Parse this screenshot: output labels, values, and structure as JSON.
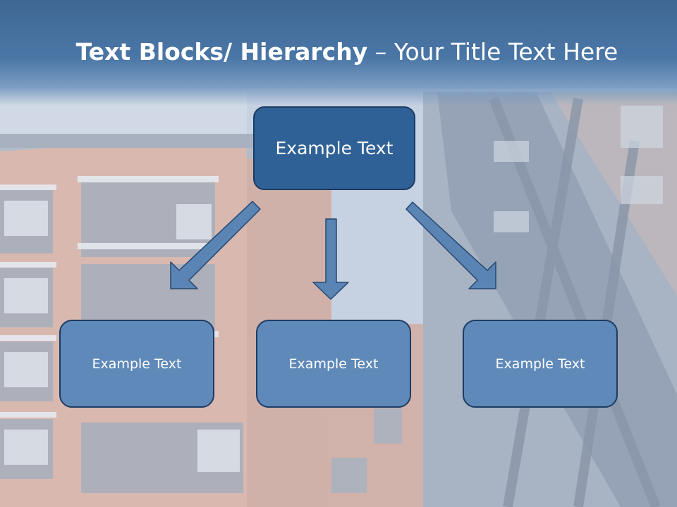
{
  "title": {
    "bold": "Text Blocks/ Hierarchy",
    "rest": " – Your Title Text Here"
  },
  "diagram": {
    "root": {
      "label": "Example Text"
    },
    "children": [
      {
        "label": "Example Text"
      },
      {
        "label": "Example Text"
      },
      {
        "label": "Example Text"
      }
    ]
  },
  "colors": {
    "title_bar": "#4a76a6",
    "root_fill": "#2f6196",
    "child_fill": "#5f89b9",
    "arrow_fill": "#5a84b4",
    "border": "#1d3c63"
  }
}
